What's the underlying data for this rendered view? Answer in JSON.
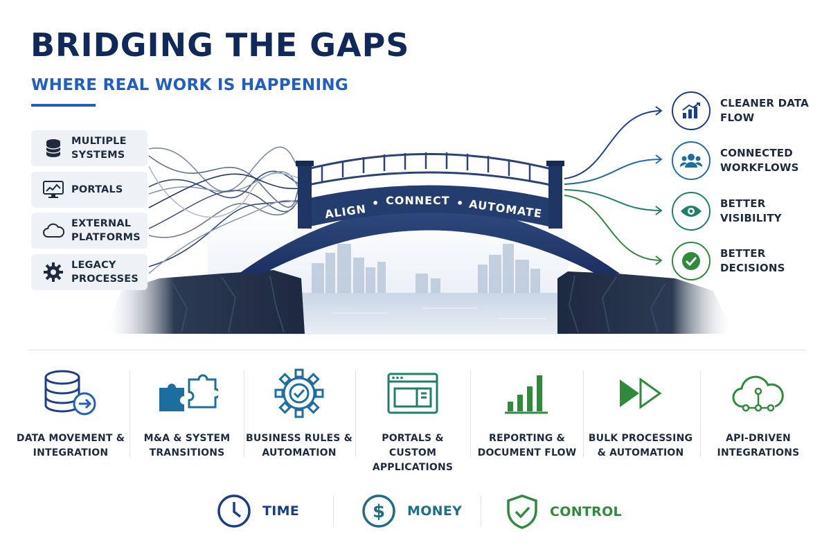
{
  "header": {
    "title": "BRIDGING THE GAPS",
    "subtitle": "WHERE REAL WORK IS HAPPENING"
  },
  "sources": [
    {
      "label": "MULTIPLE SYSTEMS",
      "icon": "database-icon"
    },
    {
      "label": "PORTALS",
      "icon": "monitor-icon"
    },
    {
      "label": "EXTERNAL PLATFORMS",
      "icon": "cloud-icon"
    },
    {
      "label": "LEGACY PROCESSES",
      "icon": "gear-icon"
    }
  ],
  "bridge": {
    "words": [
      "ALIGN",
      "CONNECT",
      "AUTOMATE"
    ],
    "separator": "•"
  },
  "outcomes": [
    {
      "label": "CLEANER DATA FLOW",
      "icon": "chart-icon",
      "color": "#1b3f86"
    },
    {
      "label": "CONNECTED WORKFLOWS",
      "icon": "team-icon",
      "color": "#1d6ea0"
    },
    {
      "label": "BETTER VISIBILITY",
      "icon": "eye-icon",
      "color": "#1f7f6a"
    },
    {
      "label": "BETTER DECISIONS",
      "icon": "check-icon",
      "color": "#2f8a3c"
    }
  ],
  "services": [
    {
      "label": "DATA MOVEMENT & INTEGRATION",
      "icon": "database-arrow-icon"
    },
    {
      "label": "M&A & SYSTEM TRANSITIONS",
      "icon": "puzzle-icon"
    },
    {
      "label": "BUSINESS RULES & AUTOMATION",
      "icon": "gear-check-icon"
    },
    {
      "label": "PORTALS & CUSTOM APPLICATIONS",
      "icon": "browser-window-icon"
    },
    {
      "label": "REPORTING & DOCUMENT FLOW",
      "icon": "bar-chart-icon"
    },
    {
      "label": "BULK PROCESSING & AUTOMATION",
      "icon": "fast-forward-icon"
    },
    {
      "label": "API-DRIVEN INTEGRATIONS",
      "icon": "cloud-network-icon"
    }
  ],
  "values": [
    {
      "label": "TIME",
      "icon": "clock-icon",
      "color": "#1b3f86"
    },
    {
      "label": "MONEY",
      "icon": "dollar-icon",
      "color": "#1f6e86"
    },
    {
      "label": "CONTROL",
      "icon": "shield-check-icon",
      "color": "#2f8a3c"
    }
  ],
  "colors": {
    "navy": "#10295a",
    "accent_blue": "#1f5fc4",
    "bridge": "#243d6b",
    "green": "#2f8a3c",
    "teal": "#1f7f6a"
  }
}
